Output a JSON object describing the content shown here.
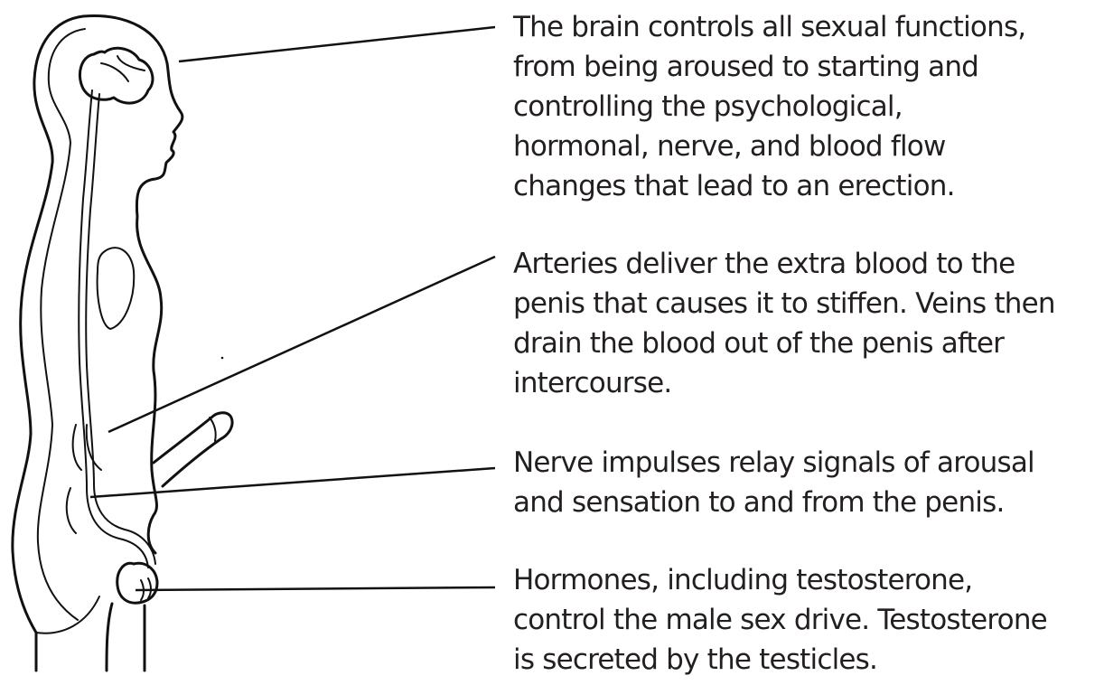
{
  "captions": [
    {
      "id": "brain",
      "text": "The brain controls all sexual functions,\nfrom being aroused to starting and\ncontrolling the psychological,\nhormonal, nerve, and blood flow\nchanges that lead to an erection."
    },
    {
      "id": "arteries",
      "text": "Arteries deliver the extra blood to the\npenis that causes it to stiffen. Veins then\ndrain the blood out of the penis after\nintercourse."
    },
    {
      "id": "nerves",
      "text": "Nerve impulses relay signals of arousal\nand sensation to and from the penis."
    },
    {
      "id": "hormones",
      "text": "Hormones, including testosterone,\ncontrol the male sex drive. Testosterone\nis secreted by the testicles."
    }
  ],
  "colors": {
    "text": "#231f20",
    "line": "#111111",
    "background": "#ffffff"
  }
}
